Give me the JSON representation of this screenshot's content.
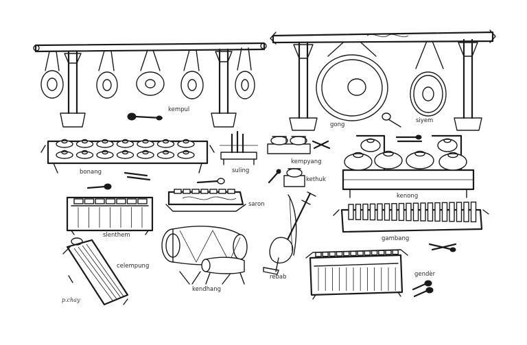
{
  "labels": {
    "kempul": "kempul",
    "gong": "gong",
    "siyem": "siyem",
    "bonang": "bonang",
    "suling": "suling",
    "kempyang": "kempyang",
    "kethuk": "kethuk",
    "kenong": "kenong",
    "saron": "saron",
    "slenthem": "slenthem",
    "gambang": "gambang",
    "celempung": "celempung",
    "kendhang": "kendhang",
    "rebab": "rebab",
    "gender": "gendèr"
  },
  "signature": "p.chay",
  "colors": {
    "ink": "#1a1a1a",
    "paper": "#ffffff"
  }
}
